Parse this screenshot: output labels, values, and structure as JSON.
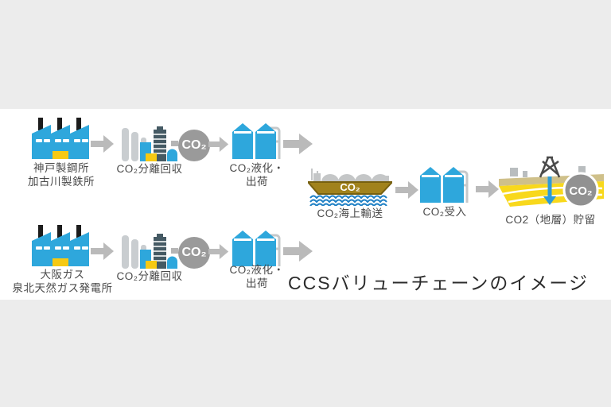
{
  "diagram": {
    "title": "CCSバリューチェーンのイメージ",
    "co2_badge": "CO₂",
    "row1": {
      "source_line1": "神戸製鋼所",
      "source_line2": "加古川製鉄所",
      "capture_label": "CO₂分離回収",
      "liquefaction_line1": "CO₂液化・",
      "liquefaction_line2": "出荷"
    },
    "row2": {
      "source_line1": "大阪ガス",
      "source_line2": "泉北天然ガス発電所",
      "capture_label": "CO₂分離回収",
      "liquefaction_line1": "CO₂液化・",
      "liquefaction_line2": "出荷"
    },
    "main": {
      "ship_cargo": "CO₂",
      "shipping_label": "CO₂海上輸送",
      "receiving_label": "CO₂受入",
      "storage_label": "CO2（地層）貯留"
    },
    "colors": {
      "background_gray": "#ececec",
      "panel_white": "#ffffff",
      "facility_blue": "#2ea7dc",
      "arrow_gray": "#bababa",
      "co2_circle_gray": "#9a9a9a",
      "accent_yellow": "#f6c913",
      "ship_hull_brown": "#a1821c",
      "wave_blue": "#1d7fc4",
      "ground_yellow": "#f8d81c",
      "label_text": "#4a4a4a"
    }
  }
}
